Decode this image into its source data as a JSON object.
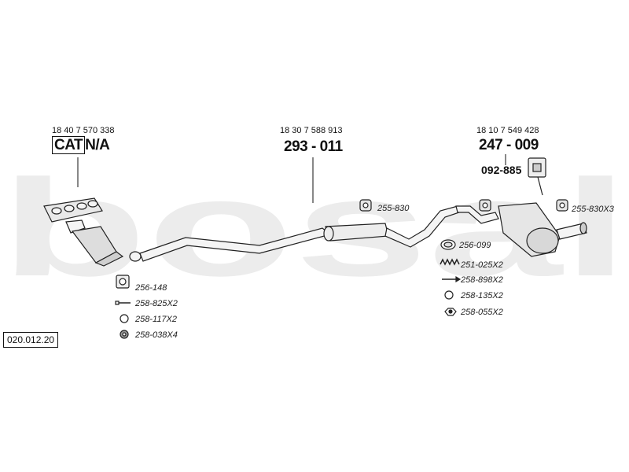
{
  "diagram_ref": "020.012.20",
  "watermark": "bosal",
  "front": {
    "oe_number": "18 40 7 570 338",
    "cat_label": "CAT",
    "na_label": "N/A",
    "parts": [
      {
        "code": "256-148",
        "icon": "gasket-icon"
      },
      {
        "code": "258-825X2",
        "icon": "bolt-icon"
      },
      {
        "code": "258-117X2",
        "icon": "ring-icon"
      },
      {
        "code": "258-038X4",
        "icon": "nut-icon"
      }
    ]
  },
  "middle": {
    "oe_number": "18 30 7 588 913",
    "part_number": "293 - 011"
  },
  "rear": {
    "oe_number": "18 10 7 549 428",
    "part_number": "247 - 009",
    "mount_number": "092-885",
    "parts": [
      {
        "code": "256-099",
        "icon": "seal-ring-icon"
      },
      {
        "code": "251-025X2",
        "icon": "spring-icon"
      },
      {
        "code": "258-898X2",
        "icon": "long-bolt-icon"
      },
      {
        "code": "258-135X2",
        "icon": "washer-icon"
      },
      {
        "code": "258-055X2",
        "icon": "hex-nut-icon"
      }
    ]
  },
  "hangers": [
    {
      "code": "255-830",
      "icon": "rubber-hanger-icon"
    },
    {
      "code": "255-830X3",
      "icon": "rubber-hanger-icon"
    }
  ]
}
